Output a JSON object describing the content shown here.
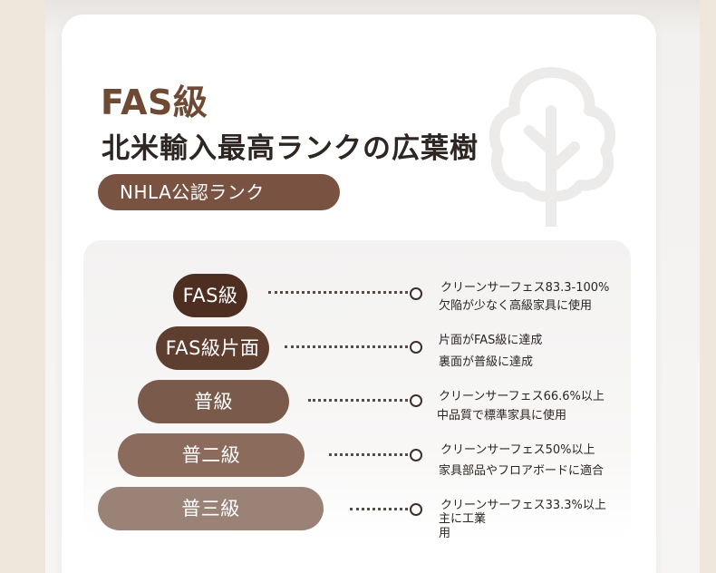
{
  "header": {
    "grade": "FAS級",
    "subtitle": "北米輸入最高ランクの広葉樹",
    "badge": "NHLA公認ランク"
  },
  "colors": {
    "brand_brown": "#6e4a34",
    "tier_fas": "#4d2e20",
    "tier_fas_one_face": "#5e3e2e",
    "tier_select": "#7a5a4a",
    "tier_no1_common": "#8a6b5c",
    "tier_no2_common": "#9a8376"
  },
  "tiers": [
    {
      "label": "FAS級",
      "desc": [
        "クリーンサーフェス83.3-100%",
        "欠陥が少なく高級家具に使用"
      ]
    },
    {
      "label": "FAS級片面",
      "desc": [
        "片面がFAS級に達成",
        "裏面が普級に達成"
      ]
    },
    {
      "label": "普級",
      "desc": [
        "クリーンサーフェス66.6%以上",
        "中品質で標準家具に使用"
      ]
    },
    {
      "label": "普二級",
      "desc": [
        "クリーンサーフェス50%以上",
        "家具部品やフロアボードに適合"
      ]
    },
    {
      "label": "普三級",
      "desc": [
        "クリーンサーフェス33.3%以上",
        "主に工業",
        "用"
      ]
    }
  ]
}
